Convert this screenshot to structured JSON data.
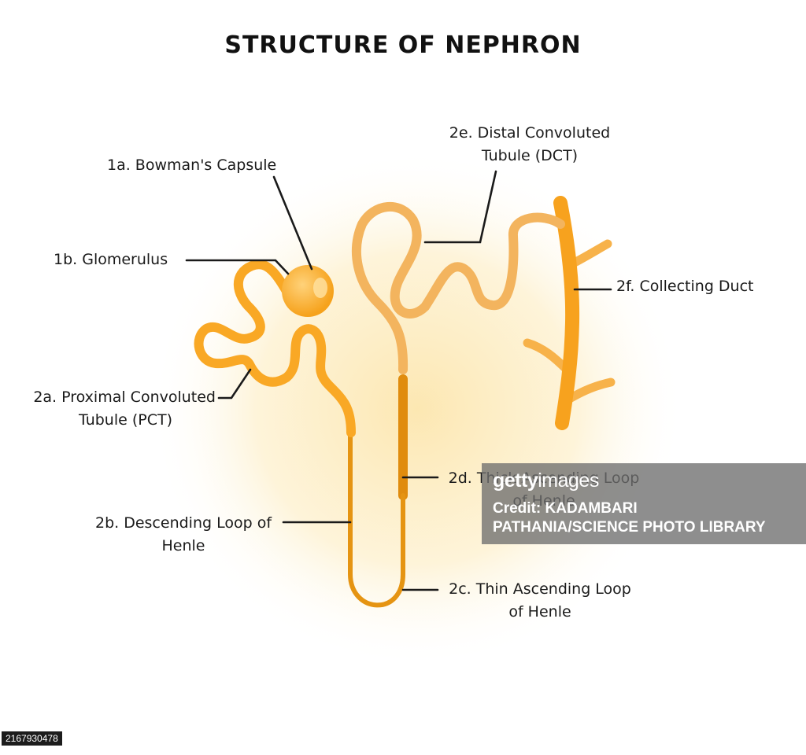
{
  "title": "STRUCTURE OF NEPHRON",
  "labels": {
    "bowmans_capsule": "1a. Bowman's Capsule",
    "glomerulus": "1b. Glomerulus",
    "pct": [
      "2a. Proximal Convoluted",
      "Tubule (PCT)"
    ],
    "descending_loop": [
      "2b. Descending Loop of",
      "Henle"
    ],
    "thin_ascending": [
      "2c. Thin Ascending Loop",
      "of Henle"
    ],
    "thick_ascending": [
      "2d. Thick Ascending Loop",
      "of Henle"
    ],
    "dct": [
      "2e. Distal Convoluted",
      "Tubule (DCT)"
    ],
    "collecting_duct": "2f. Collecting Duct"
  },
  "watermark": {
    "logo_bold": "getty",
    "logo_light": "images",
    "credit": [
      "Credit: KADAMBARI",
      "PATHANIA/SCIENCE PHOTO LIBRARY"
    ]
  },
  "image_id": "2167930478",
  "colors": {
    "pct": "#F9A825",
    "loop_thin": "#E59412",
    "loop_thick": "#E08C0E",
    "dct": "#F3B45E",
    "collecting_duct": "#F7A21E",
    "glomerulus": "#FBB233",
    "leader_line": "#1a1a1a",
    "glow": "#FCE9B5"
  }
}
